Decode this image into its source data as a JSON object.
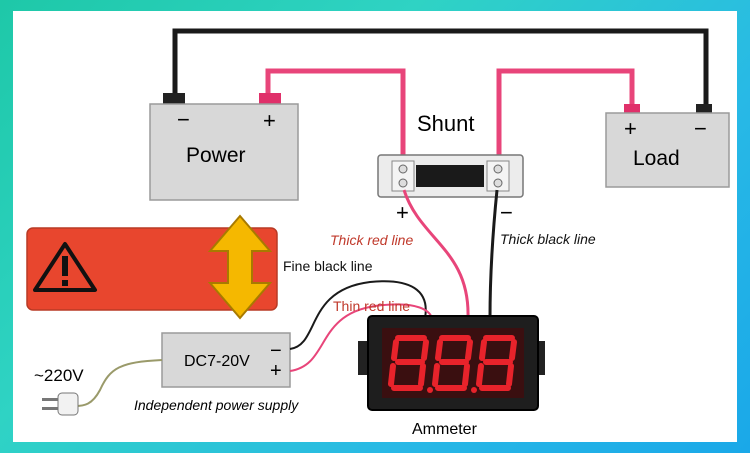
{
  "components": {
    "power": {
      "label": "Power",
      "minus": "−",
      "plus": "+"
    },
    "load": {
      "label": "Load",
      "minus": "−",
      "plus": "+"
    },
    "shunt": {
      "label": "Shunt",
      "plus": "+",
      "minus": "−"
    },
    "power_supply": {
      "label": "DC7-20V",
      "minus": "−",
      "plus": "+",
      "caption": "Independent power supply"
    },
    "mains": {
      "label": "~220V"
    },
    "ammeter": {
      "label": "Ammeter",
      "digits": "8.8.8"
    }
  },
  "wire_labels": {
    "thick_red": "Thick red line",
    "thick_black": "Thick black line",
    "fine_black": "Fine black line",
    "thin_red": "Thin red line"
  },
  "colors": {
    "thick_red_wire": "#e8457a",
    "thick_black_wire": "#1a1a1a",
    "thin_red_wire": "#e8457a",
    "battery_body": "#d6d6d6",
    "terminal_red": "#e0306a",
    "warning_panel": "#e8462e",
    "arrow_yellow": "#f5b800",
    "display_digits": "#e8232b",
    "label_red": "#c0392b"
  },
  "icons": {
    "warning": "warning-triangle-icon",
    "arrow": "double-arrow-icon",
    "plug": "plug-icon"
  }
}
